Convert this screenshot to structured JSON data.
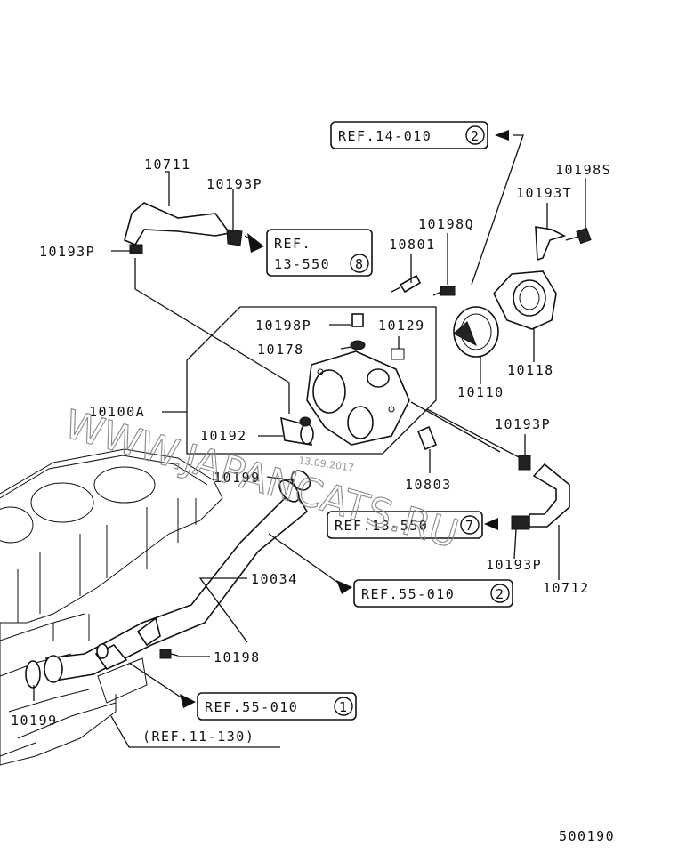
{
  "parts": {
    "p10711": "10711",
    "p10193p_top": "10193P",
    "p10193p_left": "10193P",
    "p10198s": "10198S",
    "p10193t": "10193T",
    "p10198q": "10198Q",
    "p10801": "10801",
    "p10198p": "10198P",
    "p10129": "10129",
    "p10178": "10178",
    "p10118": "10118",
    "p10110": "10110",
    "p10100a": "10100A",
    "p10192": "10192",
    "p10193p_right": "10193P",
    "p10803": "10803",
    "p10199_top": "10199",
    "p10193p_bottom": "10193P",
    "p10712": "10712",
    "p10034": "10034",
    "p10198": "10198",
    "p10199_bottom": "10199"
  },
  "refs": {
    "ref_14_010": {
      "text": "REF.14-010",
      "num": "2"
    },
    "ref_13_550_top_a": "REF.",
    "ref_13_550_top_b": "13-550",
    "ref_13_550_top_num": "8",
    "ref_13_550_mid": {
      "text": "REF.13-550",
      "num": "7"
    },
    "ref_55_010_a": {
      "text": "REF.55-010",
      "num": "2"
    },
    "ref_55_010_b": {
      "text": "REF.55-010",
      "num": "1"
    },
    "ref_11_130": "(REF.11-130)"
  },
  "watermark": {
    "site": "WWW.JAPANCATS.RU",
    "date": "13.09.2017"
  },
  "diagram_code": "500190"
}
